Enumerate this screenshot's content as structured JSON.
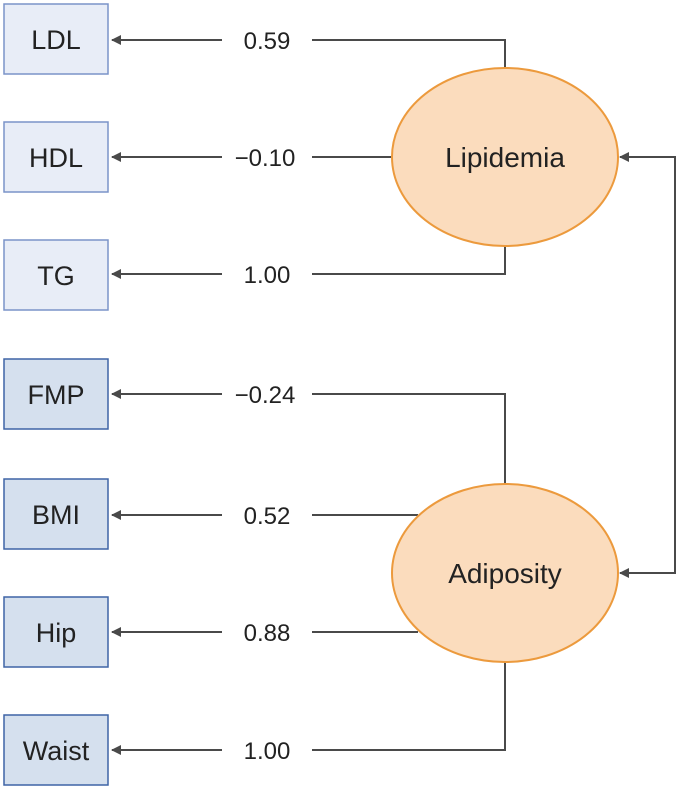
{
  "colors": {
    "lipid_box_fill": "#e8edf7",
    "lipid_box_stroke": "#7a93c8",
    "adip_box_fill": "#d5e0ee",
    "adip_box_stroke": "#3f64a6",
    "latent_fill": "#fbdcbd",
    "latent_stroke": "#ec9a3d",
    "line": "#4a4a4a"
  },
  "latents": {
    "lipidemia": "Lipidemia",
    "adiposity": "Adiposity"
  },
  "indicators": [
    {
      "label": "LDL",
      "coef": "0.59",
      "factor": "lipidemia"
    },
    {
      "label": "HDL",
      "coef": "−0.10",
      "factor": "lipidemia"
    },
    {
      "label": "TG",
      "coef": "1.00",
      "factor": "lipidemia"
    },
    {
      "label": "FMP",
      "coef": "−0.24",
      "factor": "adiposity"
    },
    {
      "label": "BMI",
      "coef": "0.52",
      "factor": "adiposity"
    },
    {
      "label": "Hip",
      "coef": "0.88",
      "factor": "adiposity"
    },
    {
      "label": "Waist",
      "coef": "1.00",
      "factor": "adiposity"
    }
  ]
}
